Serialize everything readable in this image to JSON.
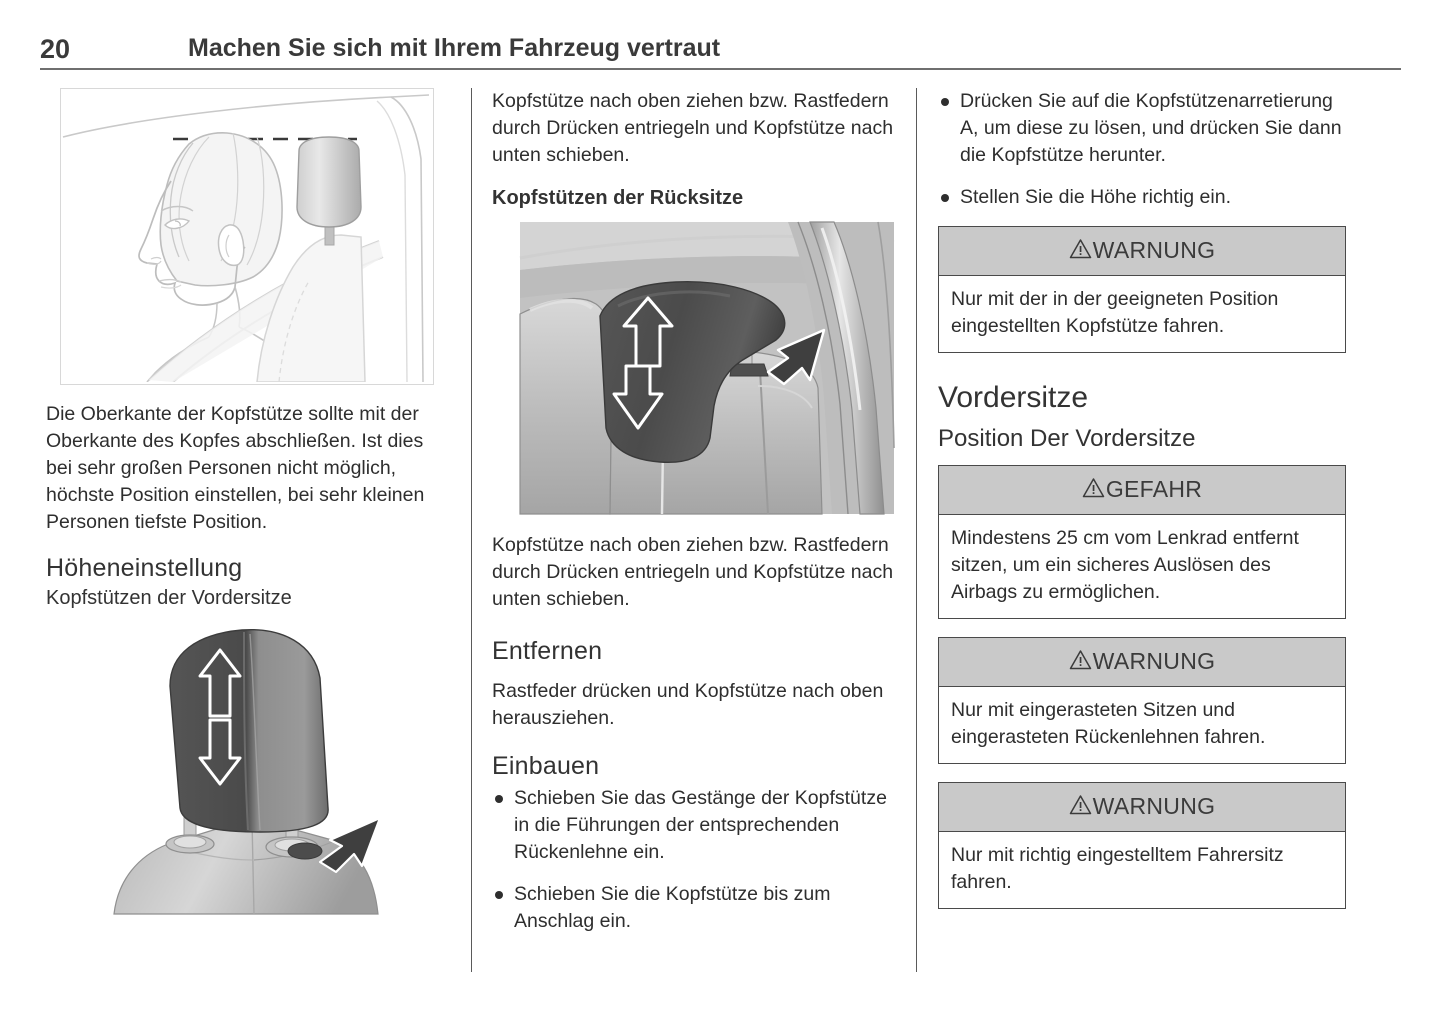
{
  "header": {
    "page_number": "20",
    "title": "Machen Sie sich mit Ihrem Fahrzeug vertraut"
  },
  "left_column": {
    "figure_head_alignment": {
      "name": "head-restraint-alignment-illustration",
      "caption": ""
    },
    "paragraph_1": "Die Oberkante der Kopfstütze sollte mit der Oberkante des Kopfes abschließen. Ist dies bei sehr großen Personen nicht möglich, höchste Position einstellen, bei sehr kleinen Personen tiefste Position.",
    "heading_height_adjustment": "Höheneinstellung",
    "subheading_front_head_restraints": "Kopfstützen der Vordersitze",
    "figure_front_headrest": {
      "name": "front-seat-head-restraint-illustration"
    }
  },
  "middle_column": {
    "paragraph_1": "Kopfstütze nach oben ziehen bzw. Rastfedern durch Drücken entriegeln und Kopfstütze nach unten schieben.",
    "subheading_rear_head_restraints": "Kopfstützen der Rücksitze",
    "figure_rear_headrest": {
      "name": "rear-seat-head-restraint-illustration"
    },
    "paragraph_2": "Kopfstütze nach oben ziehen bzw. Rastfedern durch Drücken entriegeln und Kopfstütze nach unten schieben.",
    "heading_remove": "Entfernen",
    "paragraph_3": "Rastfeder drücken und Kopfstütze nach oben herausziehen.",
    "heading_install": "Einbauen",
    "install_bullets": [
      "Schieben Sie das Gestänge der Kopfstütze in die Führungen der entsprechenden Rückenlehne ein.",
      "Schieben Sie die Kopfstütze bis zum Anschlag ein."
    ]
  },
  "right_column": {
    "bullets": [
      "Drücken Sie auf die Kopfstützenarretierung A, um diese zu lösen, und drücken Sie dann die Kopfstütze herunter.",
      "Stellen Sie die Höhe richtig ein."
    ],
    "notice_1": {
      "label": "WARNUNG",
      "body": "Nur mit der in der geeigneten Position eingestellten Kopfstütze fahren."
    },
    "heading_front_seats": "Vordersitze",
    "subheading_front_seat_position": "Position Der Vordersitze",
    "notice_2": {
      "label": "GEFAHR",
      "body": "Mindestens 25 cm vom Lenkrad entfernt sitzen, um ein sicheres Auslösen des Airbags zu ermöglichen."
    },
    "notice_3": {
      "label": "WARNUNG",
      "body": "Nur mit eingerasteten Sitzen und eingerasteten Rückenlehnen fahren."
    },
    "notice_4": {
      "label": "WARNUNG",
      "body": "Nur mit richtig eingestelltem Fahrersitz fahren."
    }
  },
  "colors": {
    "notice_header_bg": "#c9c9c9",
    "notice_border": "#4a4a4a",
    "text": "#2e2e2e",
    "rule": "#6f6f6f"
  }
}
